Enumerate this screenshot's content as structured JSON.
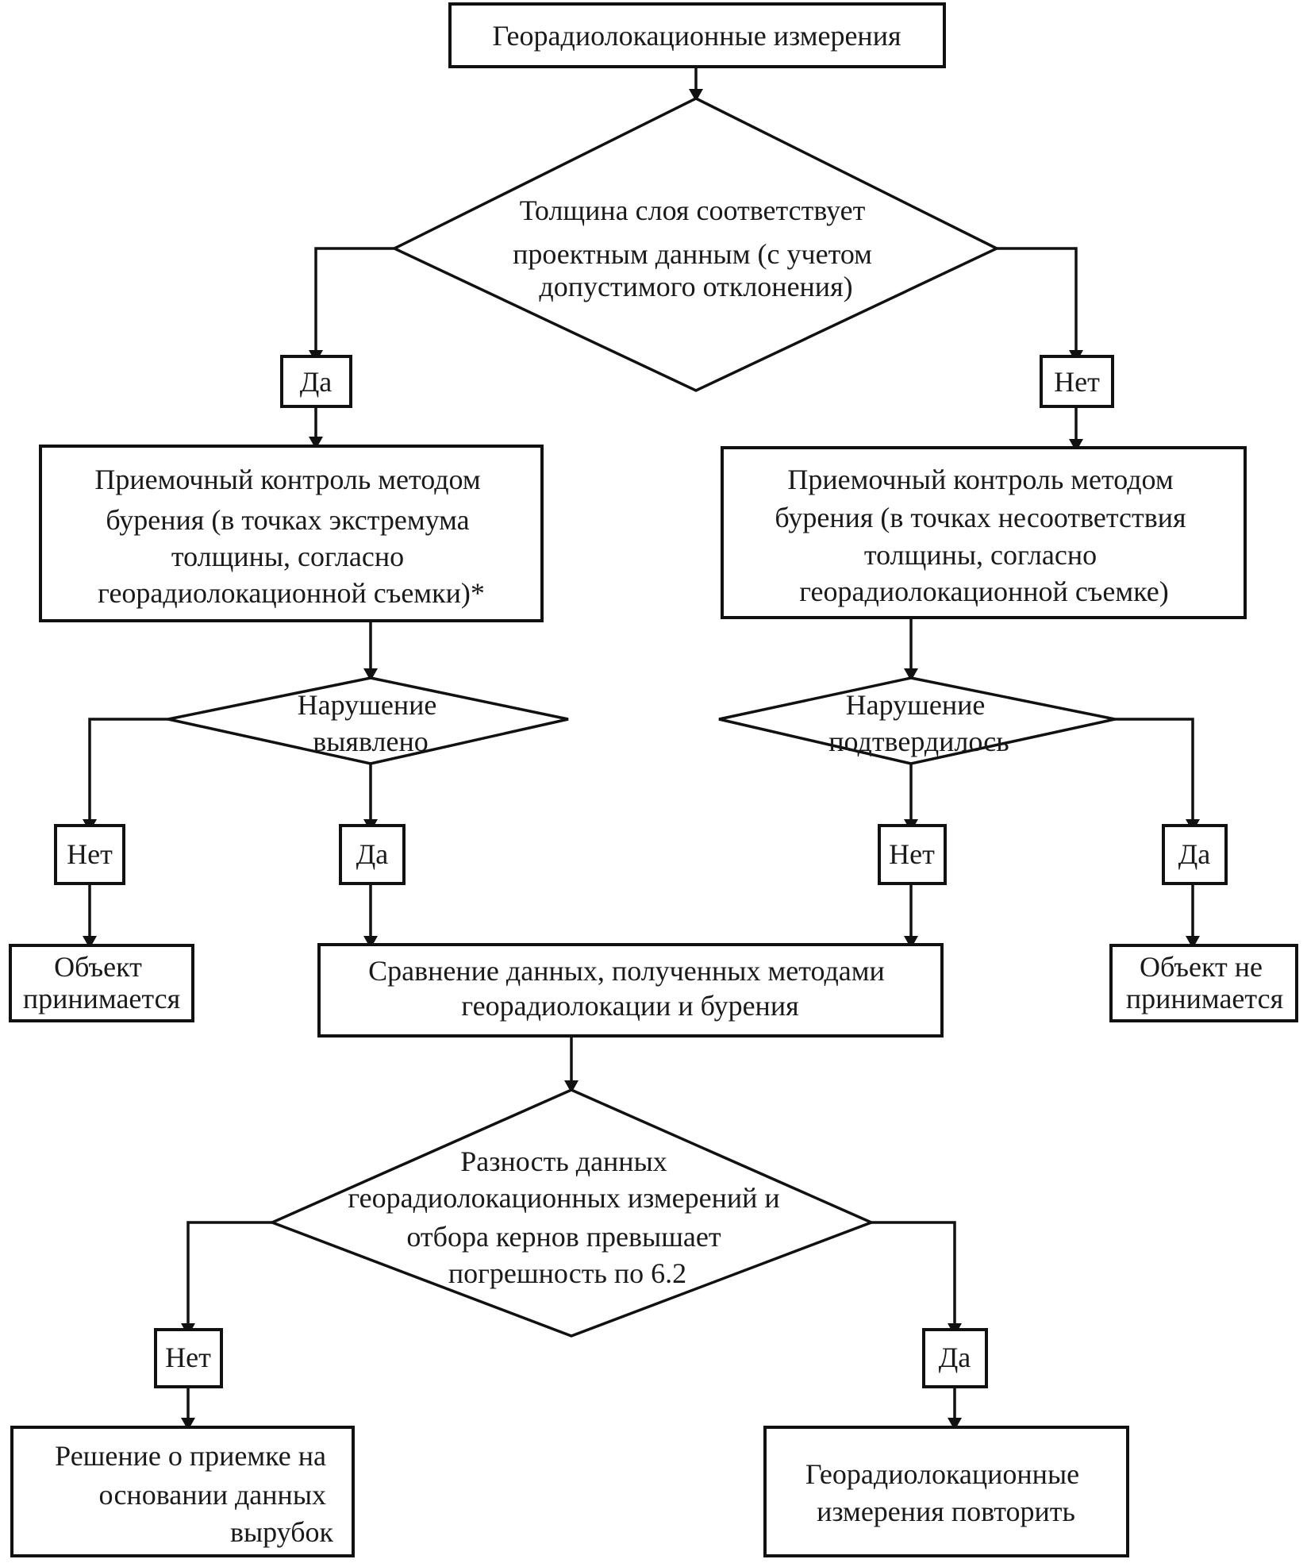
{
  "diagram": {
    "start": {
      "lines": [
        "Георадиолокационные измерения"
      ]
    },
    "decision_thickness": {
      "lines": [
        "Толщина слоя соответствует",
        "проектным данным (с учетом",
        "допустимого отклонения)"
      ]
    },
    "label_yes_1": "Да",
    "label_no_1": "Нет",
    "control_left": {
      "lines": [
        "Приемочный контроль методом",
        "бурения (в точках экстремума",
        "толщины, согласно",
        "георадиолокационной съемки)*"
      ]
    },
    "control_right": {
      "lines": [
        "Приемочный контроль методом",
        "бурения (в точках несоответствия",
        "толщины, согласно",
        "георадиолокационной съемке)"
      ]
    },
    "decision_violation_found": {
      "lines": [
        "Нарушение",
        "выявлено"
      ]
    },
    "decision_violation_confirmed": {
      "lines": [
        "Нарушение",
        "подтвердилось"
      ]
    },
    "label_no_2": "Нет",
    "label_yes_2": "Да",
    "label_no_3": "Нет",
    "label_yes_3": "Да",
    "result_accepted": {
      "lines": [
        "Объект",
        "принимается"
      ]
    },
    "compare": {
      "lines": [
        "Сравнение данных, полученных методами",
        "георадиолокации и бурения"
      ]
    },
    "result_rejected": {
      "lines": [
        "Объект не",
        "принимается"
      ]
    },
    "decision_difference": {
      "lines": [
        "Разность данных",
        "георадиолокационных измерений и",
        "отбора кернов превышает",
        "погрешность по 6.2"
      ]
    },
    "label_no_4": "Нет",
    "label_yes_4": "Да",
    "decision_acceptance": {
      "lines": [
        "Решение о приемке на",
        "основании данных",
        "вырубок"
      ]
    },
    "repeat": {
      "lines": [
        "Георадиолокационные",
        "измерения повторить"
      ]
    }
  }
}
